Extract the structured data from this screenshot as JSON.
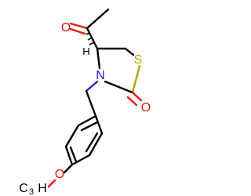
{
  "molecule": {
    "atoms": {
      "acetyl_oxygen": "O",
      "ring_nitrogen": "N",
      "ring_sulfur": "S",
      "carbonyl_oxygen": "O",
      "ether_oxygen": "O",
      "methyl_c": "C",
      "methyl_h": "H",
      "methyl_h_count": "3"
    },
    "stereo_label": "H",
    "colors": {
      "carbon": "#000000",
      "oxygen": "#e8170f",
      "nitrogen": "#2121d6",
      "sulfur": "#b3a400"
    }
  }
}
